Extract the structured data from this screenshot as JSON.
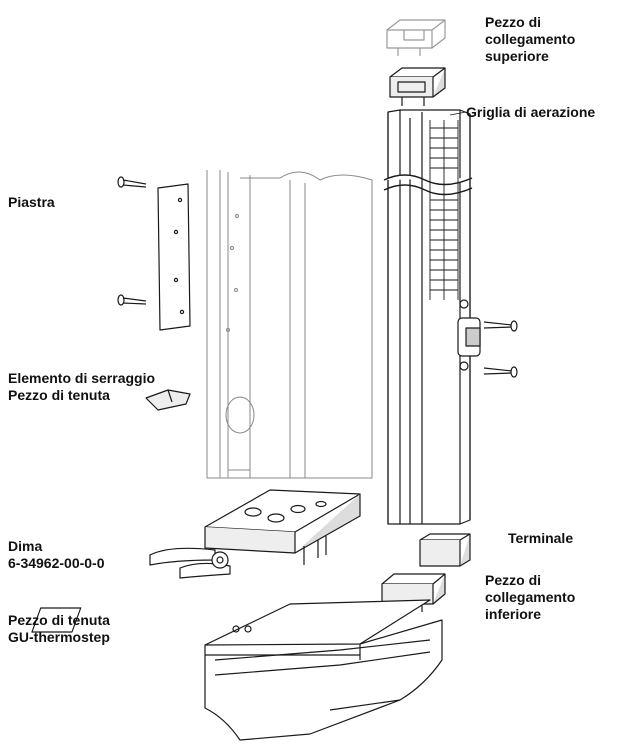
{
  "labels": {
    "pezzo_superiore": [
      "Pezzo di",
      "collegamento",
      "superiore"
    ],
    "griglia": [
      "Griglia di aerazione"
    ],
    "piastra": [
      "Piastra"
    ],
    "elemento": [
      "Elemento di serraggio",
      "Pezzo di tenuta"
    ],
    "dima": [
      "Dima",
      "6-34962-00-0-0"
    ],
    "terminale": [
      "Terminale"
    ],
    "pezzo_inferiore": [
      "Pezzo di",
      "collegamento",
      "inferiore"
    ],
    "tenuta_gu": [
      "Pezzo di tenuta",
      "GU-thermostep"
    ]
  },
  "colors": {
    "line": "#1a1a1a",
    "fill": "#ffffff",
    "shade": "#d9d9d9"
  }
}
